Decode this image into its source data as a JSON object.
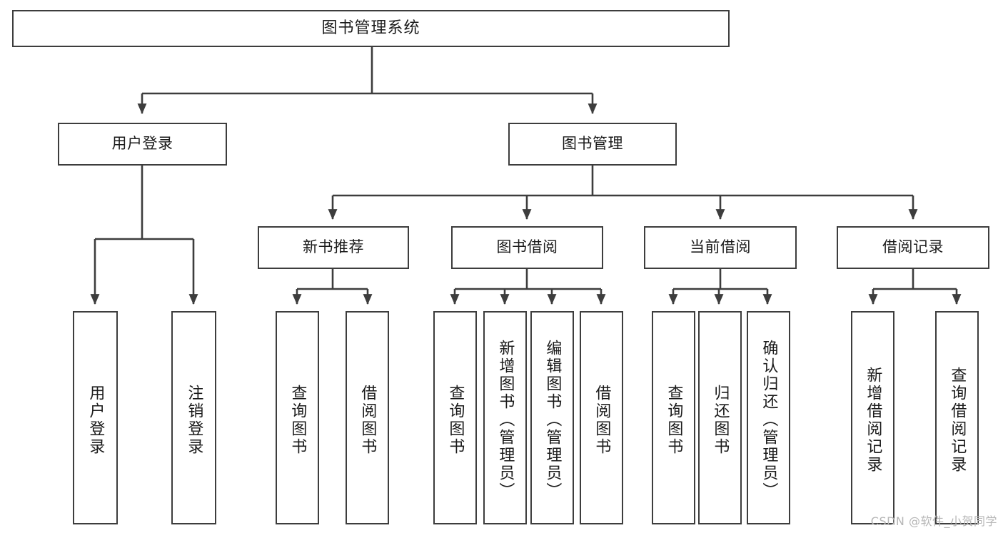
{
  "diagram": {
    "type": "tree-hierarchy",
    "title": "图书管理系统",
    "watermark": "CSDN @软件_小贺同学",
    "colors": {
      "node_border": "#3d3d3d",
      "node_fill": "#ffffff",
      "edge": "#3d3d3d",
      "text": "#1b1b1b",
      "watermark": "#b6b6b6",
      "background": "#ffffff"
    },
    "nodes": {
      "root": {
        "label": "图书管理系统",
        "level": 0
      },
      "l1": [
        {
          "id": "user-login",
          "label": "用户登录",
          "level": 1
        },
        {
          "id": "book-manage",
          "label": "图书管理",
          "level": 1
        }
      ],
      "l2": [
        {
          "id": "new-book-recommend",
          "label": "新书推荐",
          "level": 2,
          "parent": "book-manage"
        },
        {
          "id": "book-borrow",
          "label": "图书借阅",
          "level": 2,
          "parent": "book-manage"
        },
        {
          "id": "current-borrow",
          "label": "当前借阅",
          "level": 2,
          "parent": "book-manage"
        },
        {
          "id": "borrow-record",
          "label": "借阅记录",
          "level": 2,
          "parent": "book-manage"
        }
      ],
      "leaves": [
        {
          "id": "leaf-user-login",
          "label": "用户登录",
          "parent": "user-login"
        },
        {
          "id": "leaf-logout-login",
          "label": "注销登录",
          "parent": "user-login"
        },
        {
          "id": "leaf-query-book-rec",
          "label": "查询图书",
          "parent": "new-book-recommend"
        },
        {
          "id": "leaf-borrow-book-rec",
          "label": "借阅图书",
          "parent": "new-book-recommend"
        },
        {
          "id": "leaf-query-book-bor",
          "label": "查询图书",
          "parent": "book-borrow"
        },
        {
          "id": "leaf-add-book",
          "label": "新增图书（管理员）",
          "parent": "book-borrow"
        },
        {
          "id": "leaf-edit-book",
          "label": "编辑图书（管理员）",
          "parent": "book-borrow"
        },
        {
          "id": "leaf-borrow-book",
          "label": "借阅图书",
          "parent": "book-borrow"
        },
        {
          "id": "leaf-query-book-cur",
          "label": "查询图书",
          "parent": "current-borrow"
        },
        {
          "id": "leaf-return-book",
          "label": "归还图书",
          "parent": "current-borrow"
        },
        {
          "id": "leaf-confirm-return",
          "label": "确认归还（管理员）",
          "parent": "current-borrow"
        },
        {
          "id": "leaf-add-record",
          "label": "新增借阅记录",
          "parent": "borrow-record"
        },
        {
          "id": "leaf-query-record",
          "label": "查询借阅记录",
          "parent": "borrow-record"
        }
      ]
    }
  }
}
